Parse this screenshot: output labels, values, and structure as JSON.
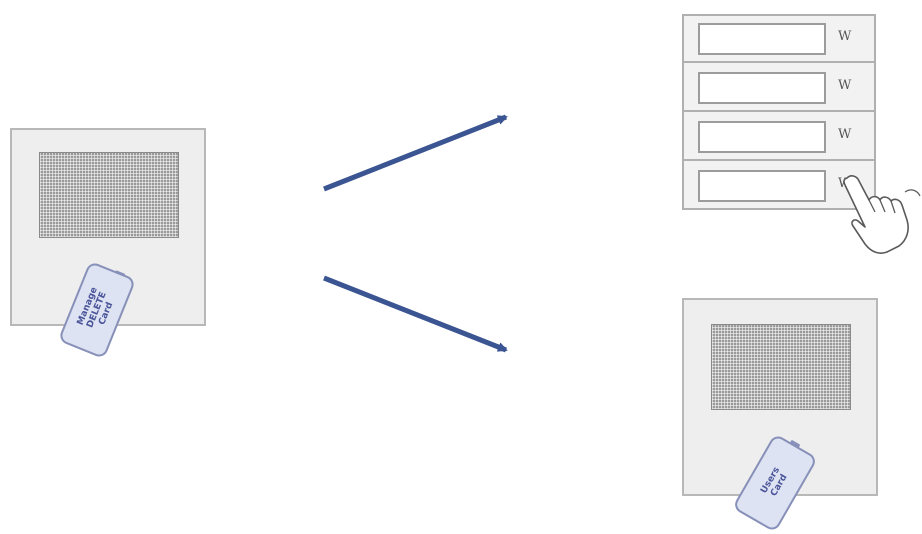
{
  "source_card": {
    "label": "Manage\nDELETE\nCard"
  },
  "target_card": {
    "label": "Users\nCard"
  },
  "intercom_panel": {
    "buttons": [
      {
        "name": "",
        "bell_label": "W"
      },
      {
        "name": "",
        "bell_label": "W"
      },
      {
        "name": "",
        "bell_label": "W"
      },
      {
        "name": "",
        "bell_label": "W"
      }
    ]
  },
  "arrows": {
    "color": "#3b5592"
  },
  "icons": [
    "pointing-hand-icon",
    "card-reader-grille-icon"
  ]
}
